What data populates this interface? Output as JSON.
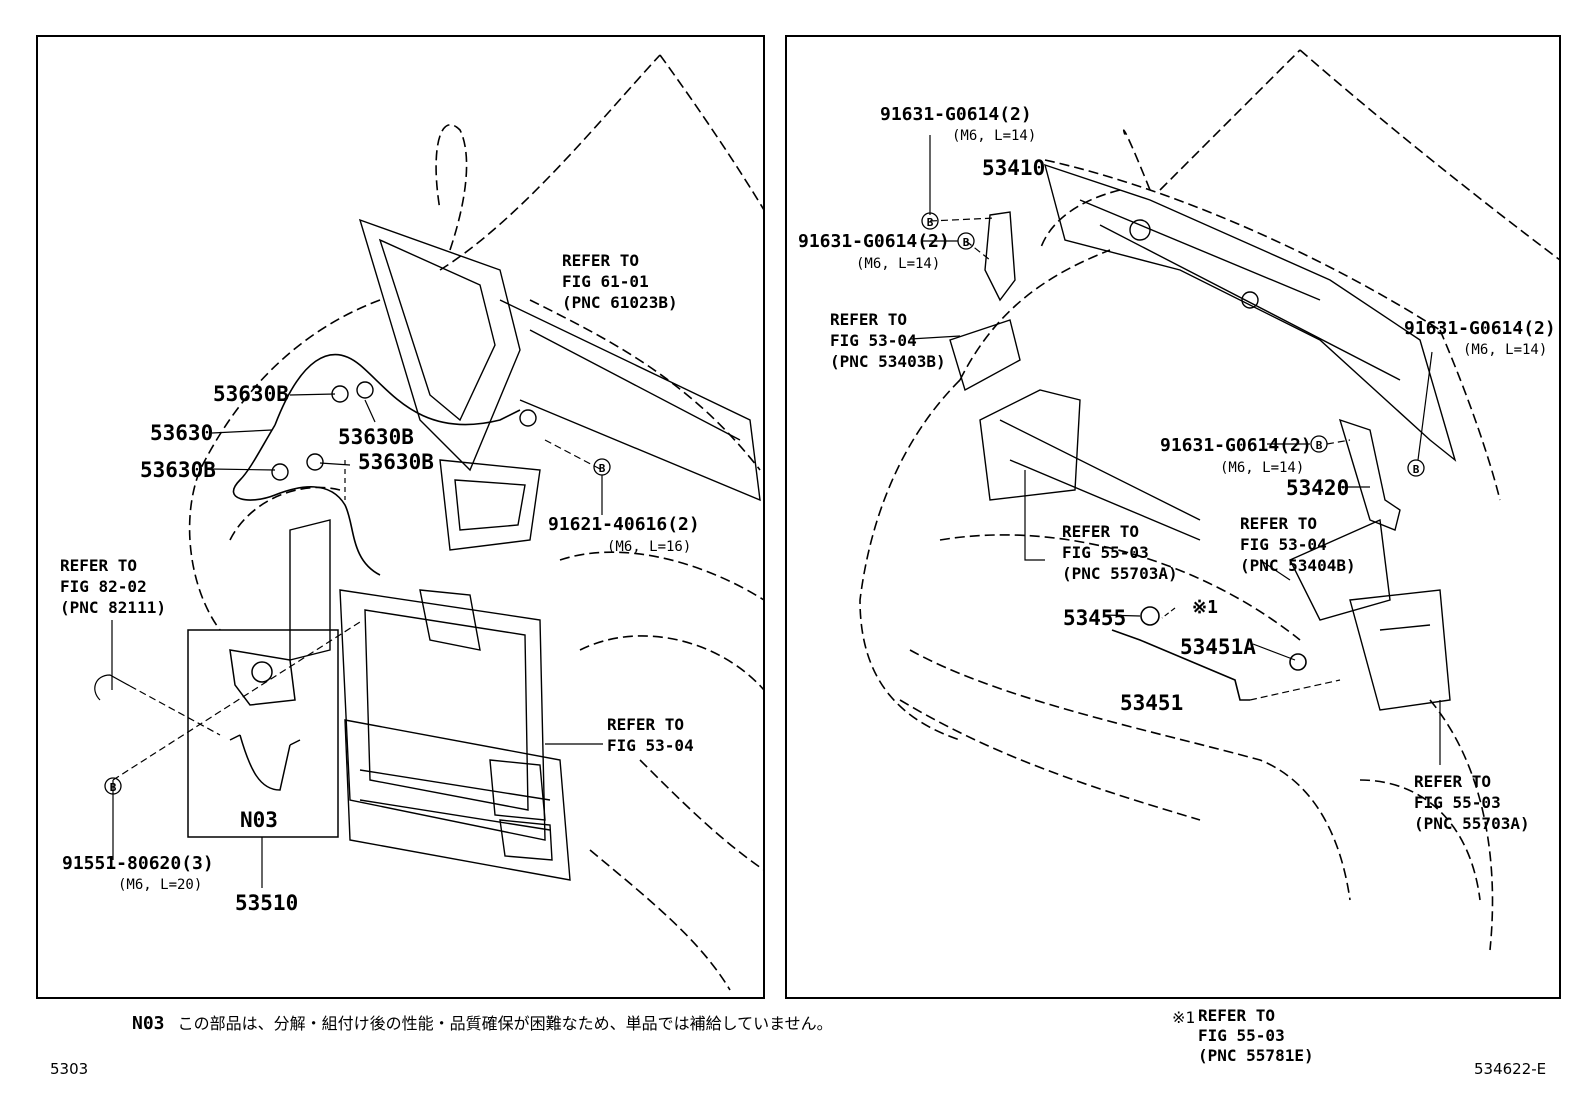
{
  "left_panel": {
    "parts": {
      "p53630B_a": "53630B",
      "p53630": "53630",
      "p53630B_b": "53630B",
      "p53630B_c": "53630B",
      "p53630B_d": "53630B",
      "p91621": "91621-40616(2)",
      "p91621_sub": "(M6, L=16)",
      "p91551": "91551-80620(3)",
      "p91551_sub": "(M6, L=20)",
      "p53510": "53510",
      "n03": "N03"
    },
    "refs": {
      "r61": [
        "REFER TO",
        "FIG 61-01",
        "(PNC 61023B)"
      ],
      "r82": [
        "REFER TO",
        "FIG 82-02",
        "(PNC 82111)"
      ],
      "r53": [
        "REFER TO",
        "FIG 53-04"
      ]
    }
  },
  "right_panel": {
    "parts": {
      "p91631_a": "91631-G0614(2)",
      "p91631_a_sub": "(M6, L=14)",
      "p53410": "53410",
      "p91631_b": "91631-G0614(2)",
      "p91631_b_sub": "(M6, L=14)",
      "p91631_c": "91631-G0614(2)",
      "p91631_c_sub": "(M6, L=14)",
      "p91631_d": "91631-G0614(2)",
      "p91631_d_sub": "(M6, L=14)",
      "p53420": "53420",
      "p53455": "53455",
      "mark1": "※1",
      "p53451A": "53451A",
      "p53451": "53451"
    },
    "refs": {
      "r5340": [
        "REFER TO",
        "FIG 53-04",
        "(PNC 53403B)"
      ],
      "r5503a": [
        "REFER TO",
        "FIG 55-03",
        "(PNC 55703A)"
      ],
      "r5340b": [
        "REFER TO",
        "FIG 53-04",
        "(PNC 53404B)"
      ],
      "r5503b": [
        "REFER TO",
        "FIG 55-03",
        "(PNC 55703A)"
      ]
    }
  },
  "bolt_marker": "B",
  "footer": {
    "note_code": "N03",
    "note_text": "この部品は、分解・組付け後の性能・品質確保が困難なため、単品では補給していません。",
    "mark": "※1",
    "mark_ref": [
      "REFER TO",
      "FIG 55-03",
      "(PNC 55781E)"
    ],
    "page_code": "5303",
    "figure_id": "534622-E"
  }
}
